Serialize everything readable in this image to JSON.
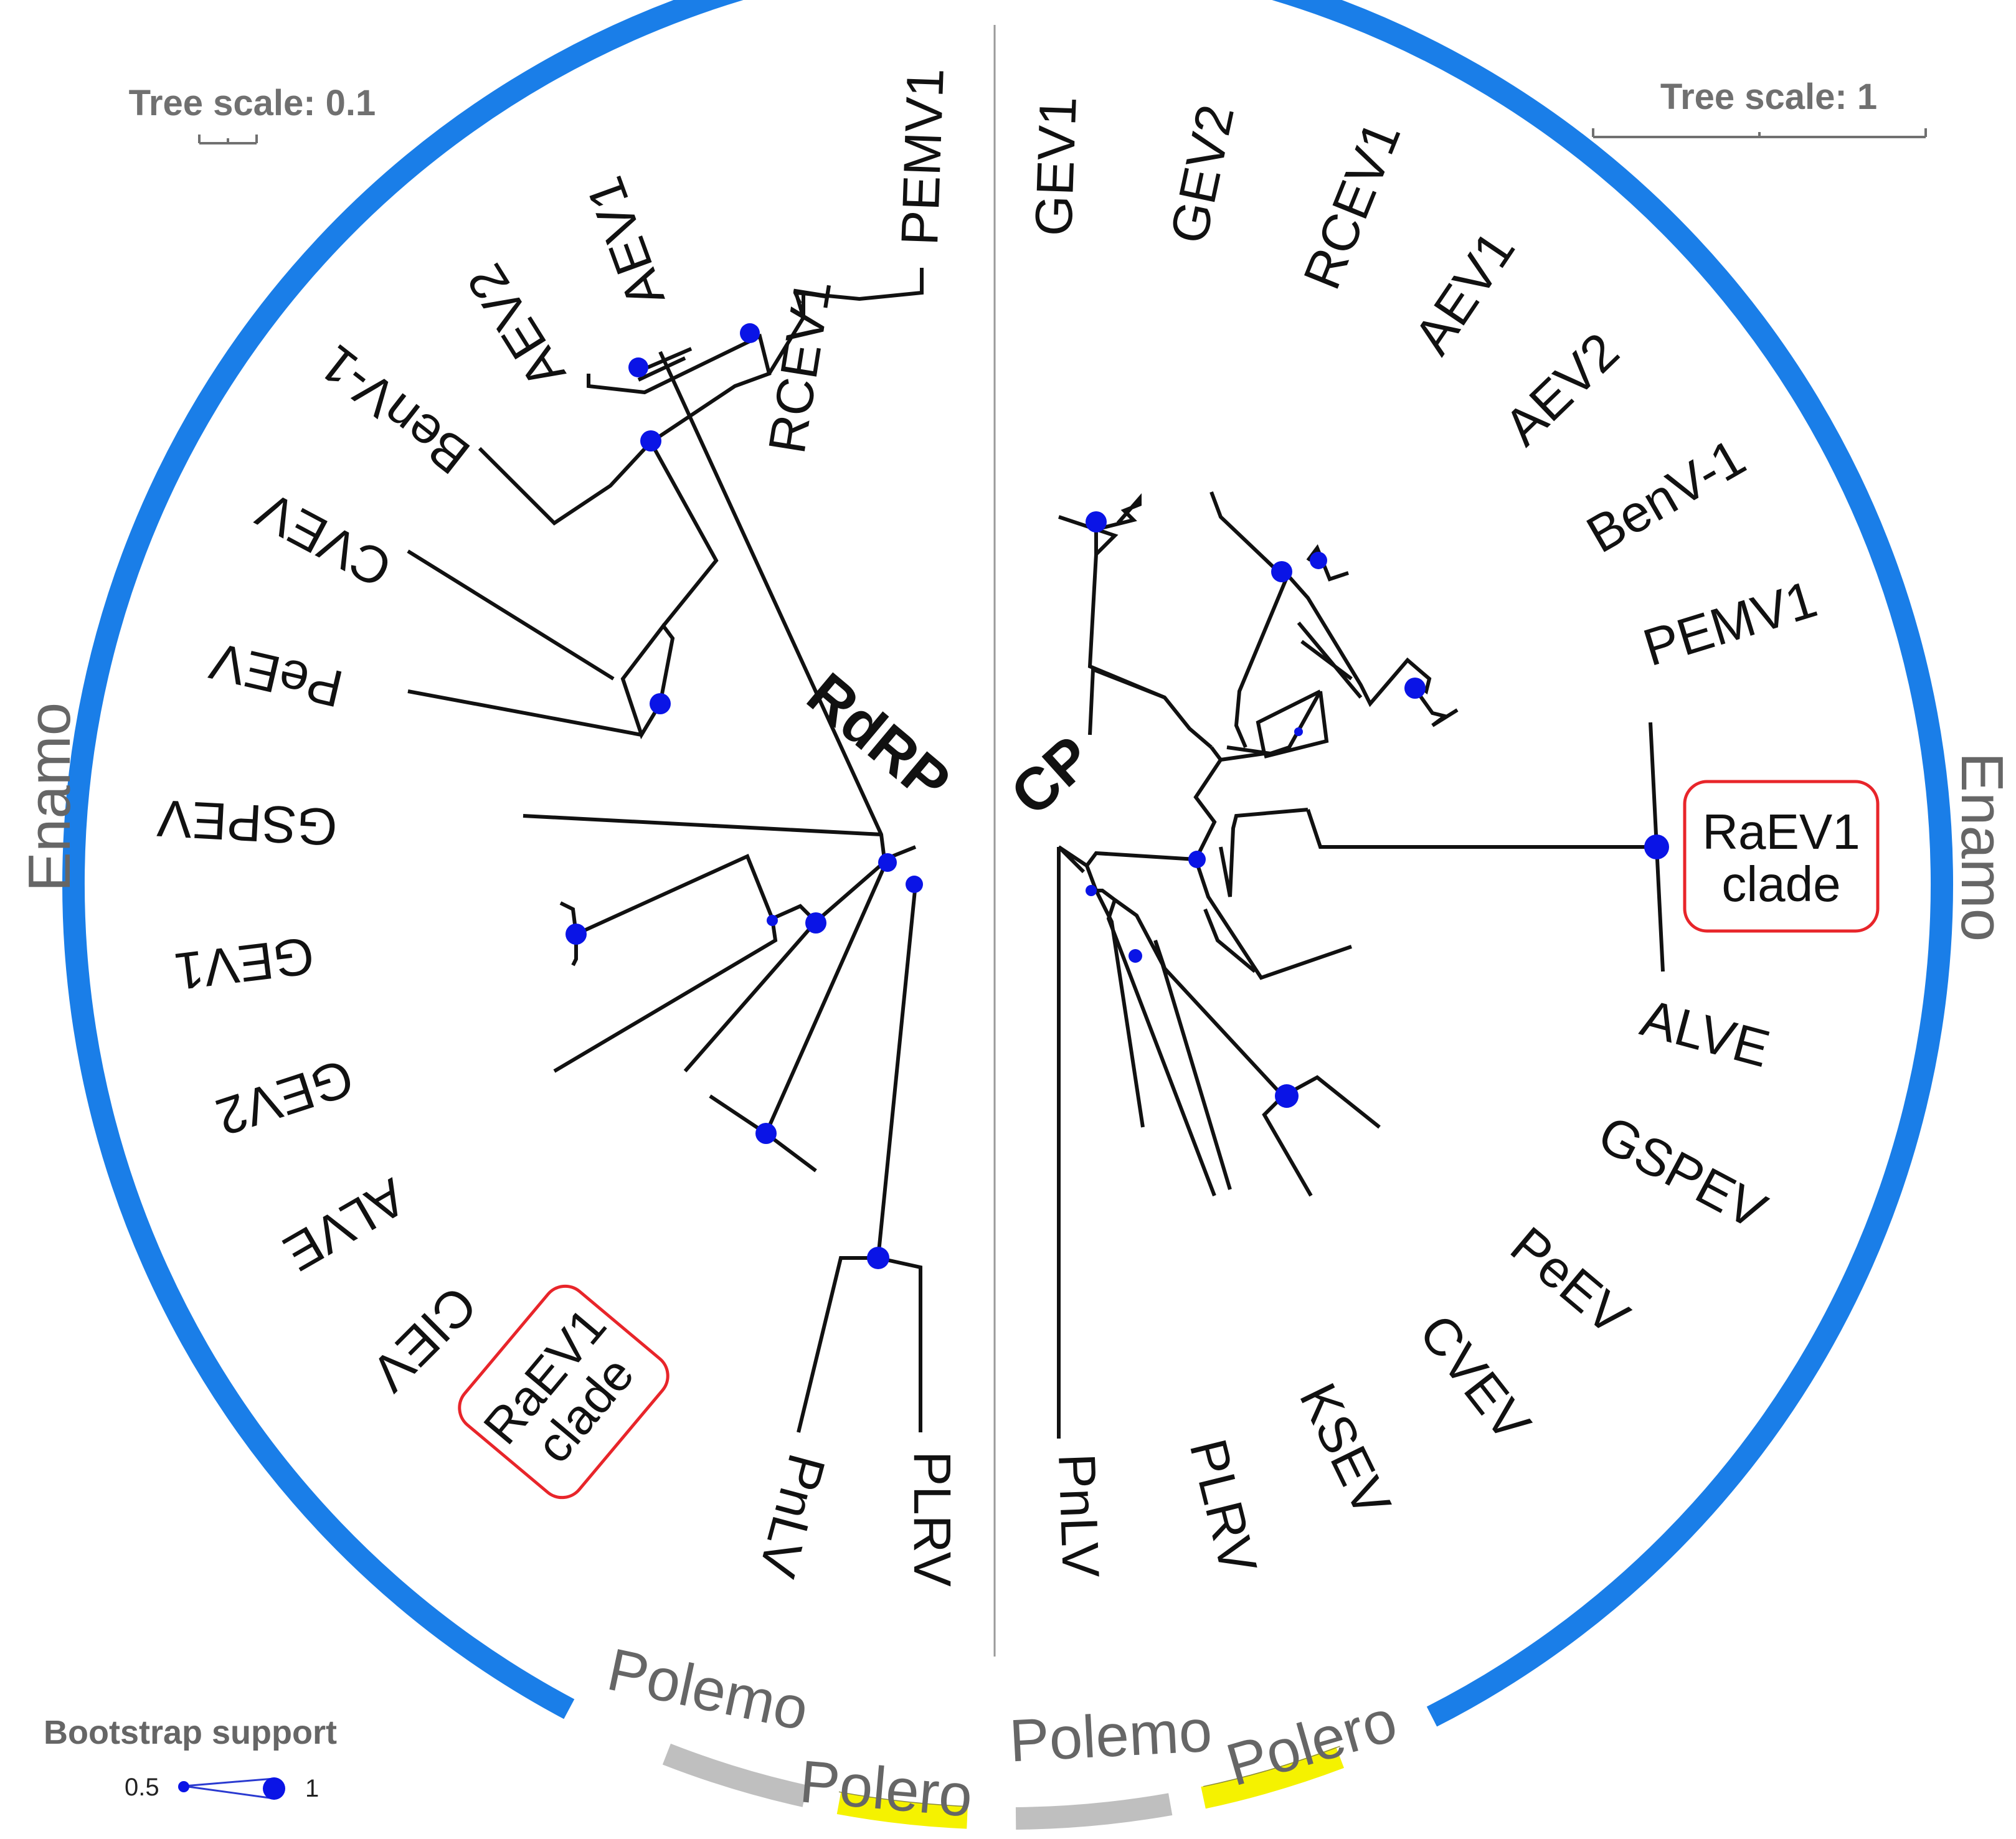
{
  "left_tree": {
    "title": "RdRP",
    "scale_label": "Tree scale: 0.1",
    "leaves": [
      "PEMV1",
      "RCEV1",
      "AEV1",
      "AEV2",
      "BenV-1",
      "CVEV",
      "PeEV",
      "GSPEV",
      "GEV1",
      "GEV2",
      "ALVE",
      "CIEV",
      "PnLV",
      "PLRV"
    ],
    "clade_box": [
      "RaEV1",
      "clade"
    ]
  },
  "right_tree": {
    "title": "CP",
    "scale_label": "Tree scale: 1",
    "leaves": [
      "GEV1",
      "GEV2",
      "RCEV1",
      "AEV1",
      "AEV2",
      "BenV-1",
      "PEMV1",
      "ALVE",
      "GSPEV",
      "PeEV",
      "CVEV",
      "KSEV",
      "PLRV",
      "PnLV"
    ],
    "clade_box": [
      "RaEV1",
      "clade"
    ]
  },
  "groups": {
    "enamo": "Enamo",
    "polemo": "Polemo",
    "polero": "Polero"
  },
  "group_colors": {
    "enamo": "#1a7ee8",
    "polemo": "#bfbfbf",
    "polero": "#f5f200",
    "node": "#0a14e6",
    "clade_box": "#e8252a"
  },
  "legend": {
    "title": "Bootstrap support",
    "min_label": "0.5",
    "max_label": "1"
  }
}
